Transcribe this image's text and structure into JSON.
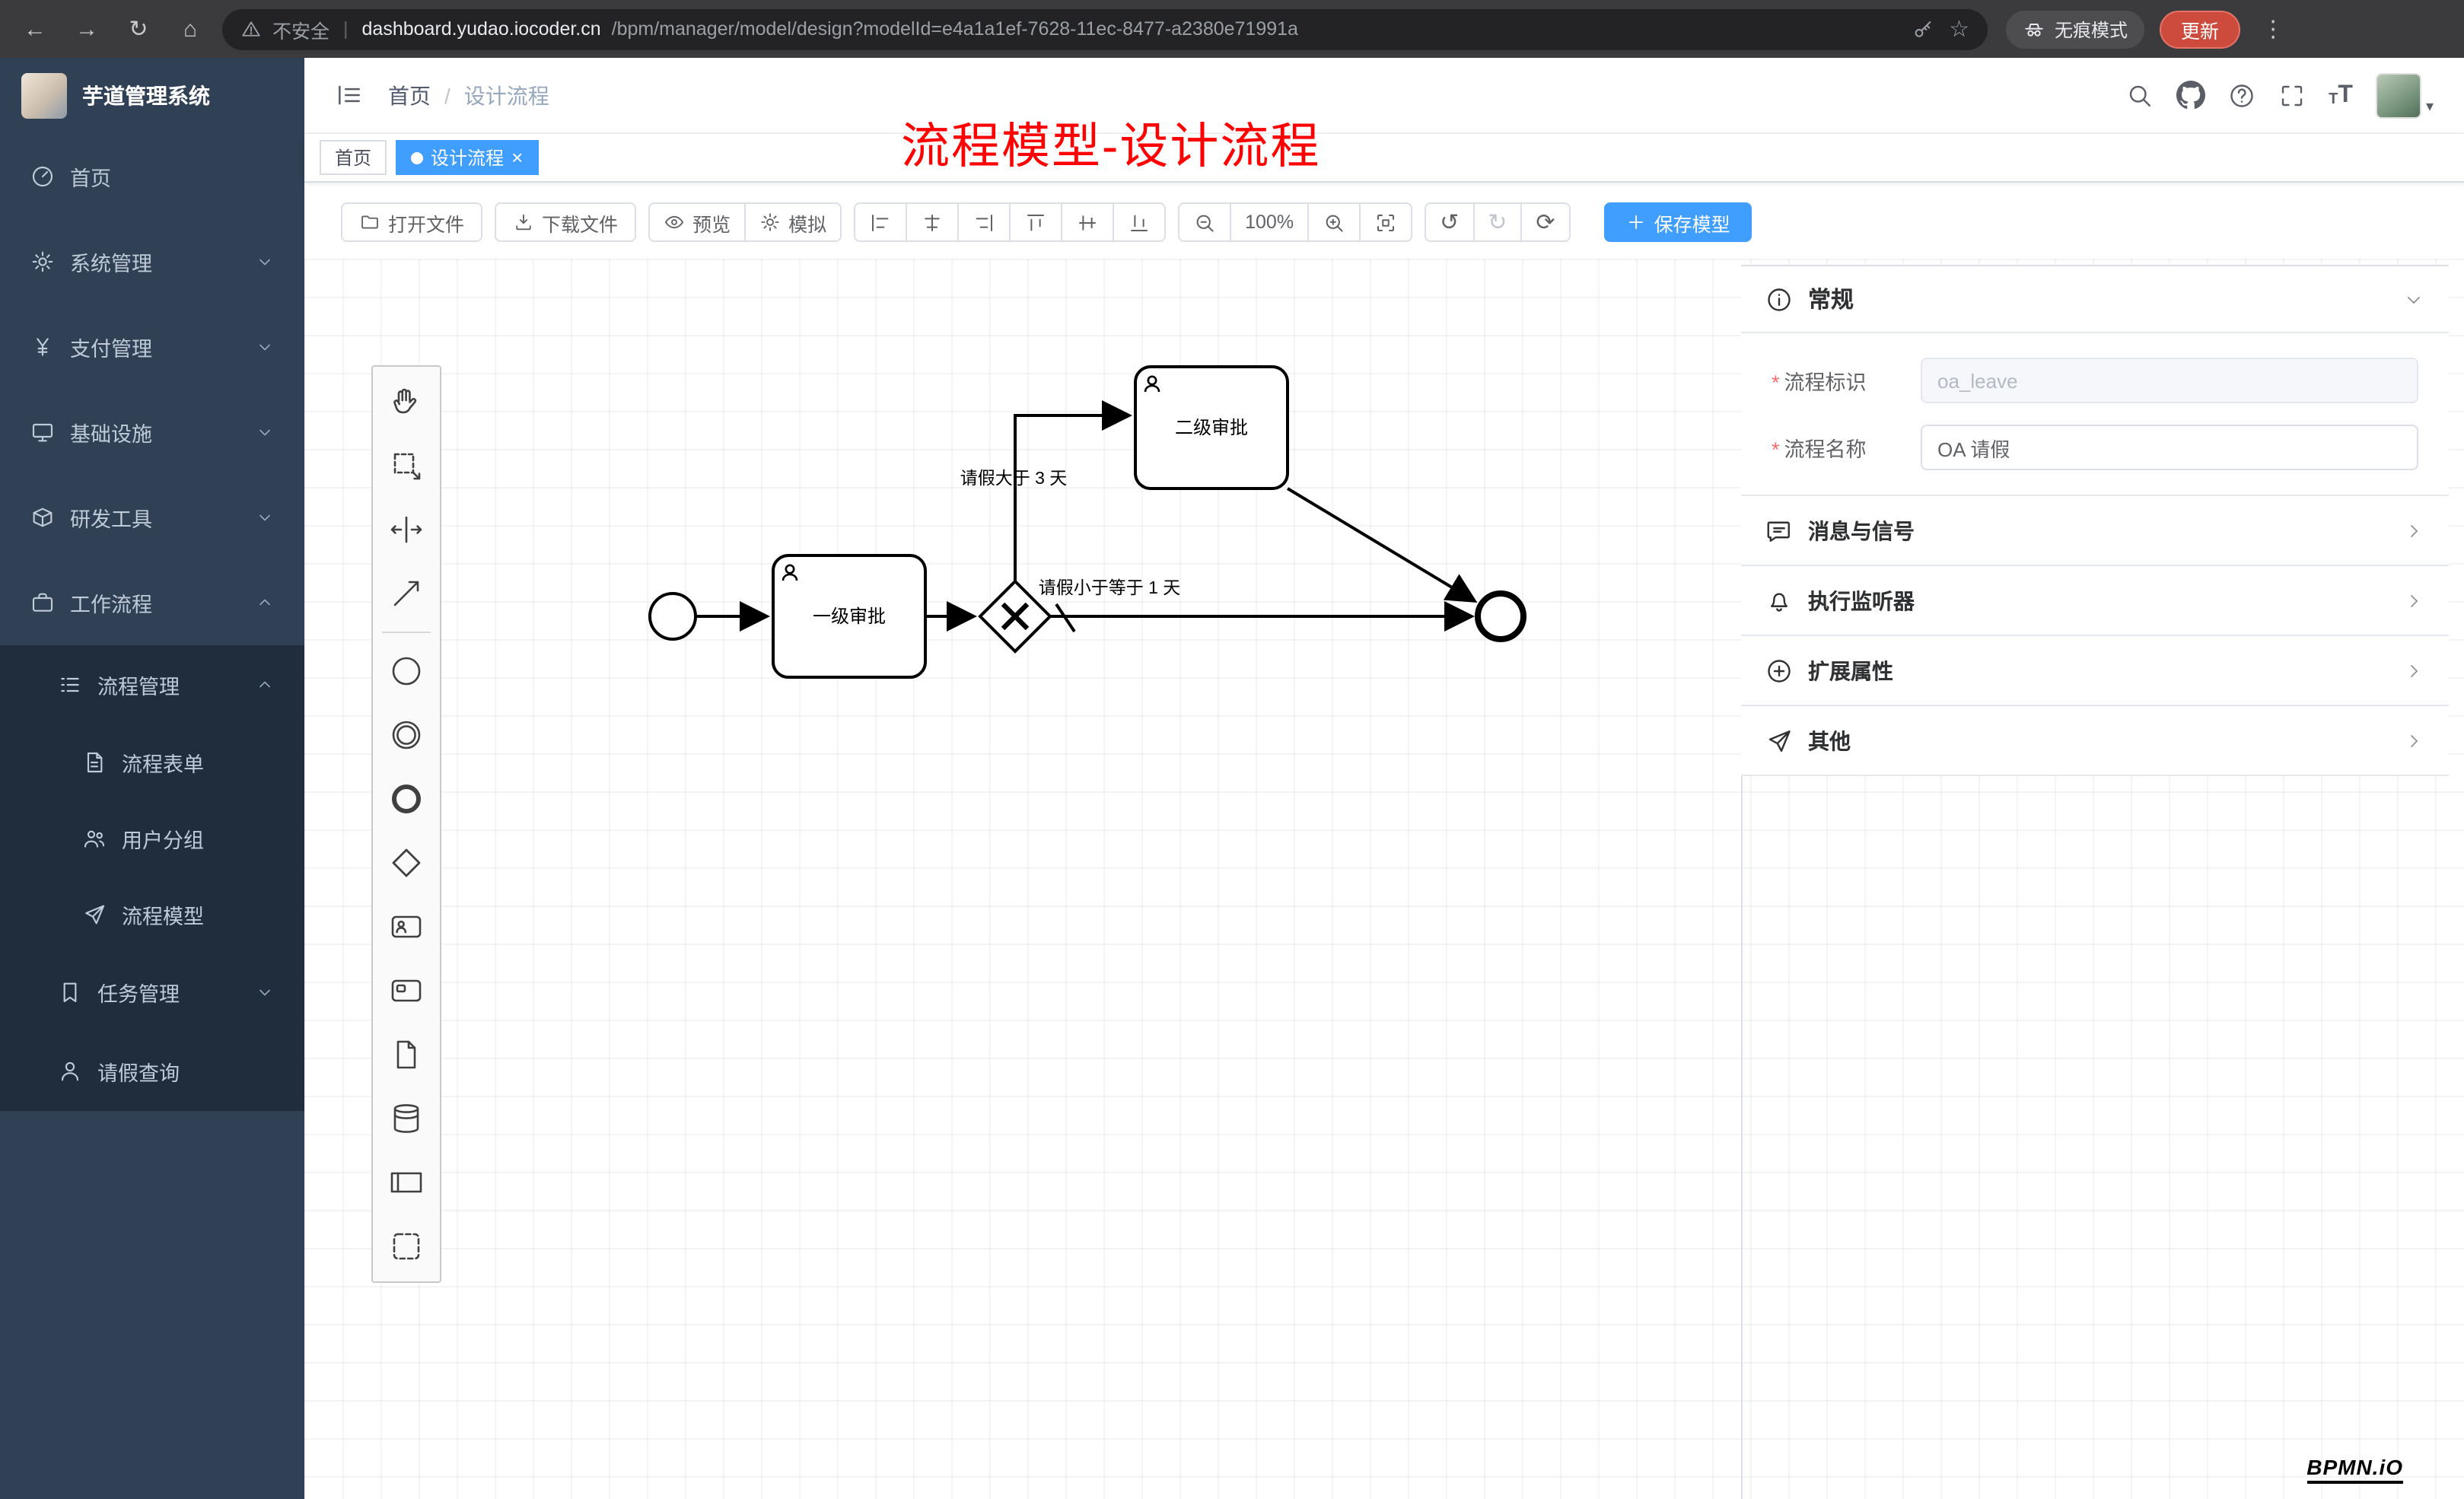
{
  "colors": {
    "accent": "#409eff",
    "annotation_red": "#ff0000",
    "sidebar_bg": "#304156",
    "submenu_bg": "#1f2d3d",
    "update_red": "#cc4b3c"
  },
  "browser": {
    "security_label": "不安全",
    "url_host": "dashboard.yudao.iocoder.cn",
    "url_path": "/bpm/manager/model/design?modelId=e4a1a1ef-7628-11ec-8477-a2380e71991a",
    "incognito_label": "无痕模式",
    "update_label": "更新"
  },
  "sidebar": {
    "app_title": "芋道管理系统",
    "items": [
      {
        "label": "首页"
      },
      {
        "label": "系统管理"
      },
      {
        "label": "支付管理"
      },
      {
        "label": "基础设施"
      },
      {
        "label": "研发工具"
      },
      {
        "label": "工作流程"
      }
    ],
    "workflow_children": {
      "process_group": "流程管理",
      "process_items": [
        {
          "label": "流程表单"
        },
        {
          "label": "用户分组"
        },
        {
          "label": "流程模型"
        }
      ],
      "task_group": "任务管理",
      "leave_query": "请假查询"
    }
  },
  "navbar": {
    "breadcrumb_home": "首页",
    "breadcrumb_current": "设计流程"
  },
  "annotation": "流程模型-设计流程",
  "tags": [
    {
      "label": "首页",
      "active": false
    },
    {
      "label": "设计流程",
      "active": true
    }
  ],
  "toolbar": {
    "open_file": "打开文件",
    "download_file": "下载文件",
    "preview": "预览",
    "simulate": "模拟",
    "zoom_level": "100%",
    "save_model": "保存模型"
  },
  "diagram": {
    "task1_label": "一级审批",
    "task2_label": "二级审批",
    "flow_gt_label": "请假大于 3 天",
    "flow_lte_label": "请假小于等于 1 天",
    "watermark": "BPMN.iO"
  },
  "panel": {
    "general_title": "常规",
    "fields": [
      {
        "label": "流程标识",
        "value": "oa_leave",
        "required": true,
        "disabled": true
      },
      {
        "label": "流程名称",
        "value": "OA 请假",
        "required": true,
        "disabled": false
      }
    ],
    "sections": [
      {
        "label": "消息与信号"
      },
      {
        "label": "执行监听器"
      },
      {
        "label": "扩展属性"
      },
      {
        "label": "其他"
      }
    ]
  }
}
